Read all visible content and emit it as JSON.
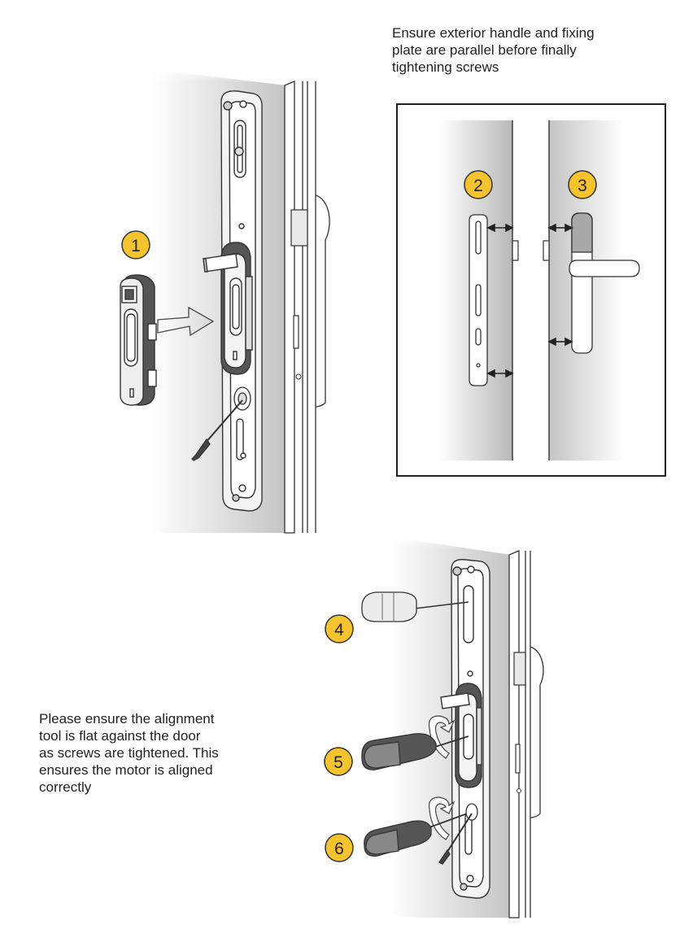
{
  "notes": {
    "top": "Ensure exterior handle and fixing\nplate are parallel before finally\ntightening screws",
    "bottom": "Please ensure the alignment\ntool is flat against the door\nas screws are tightened. This\nensures the motor is aligned\ncorrectly"
  },
  "steps": [
    {
      "label": "1"
    },
    {
      "label": "2"
    },
    {
      "label": "3"
    },
    {
      "label": "4"
    },
    {
      "label": "5"
    },
    {
      "label": "6"
    }
  ],
  "colors": {
    "badge": "#f5c42c",
    "badge_stroke": "#333333",
    "door_dark": "#c9c9c9",
    "door_light": "#ffffff",
    "outline": "#333333"
  }
}
